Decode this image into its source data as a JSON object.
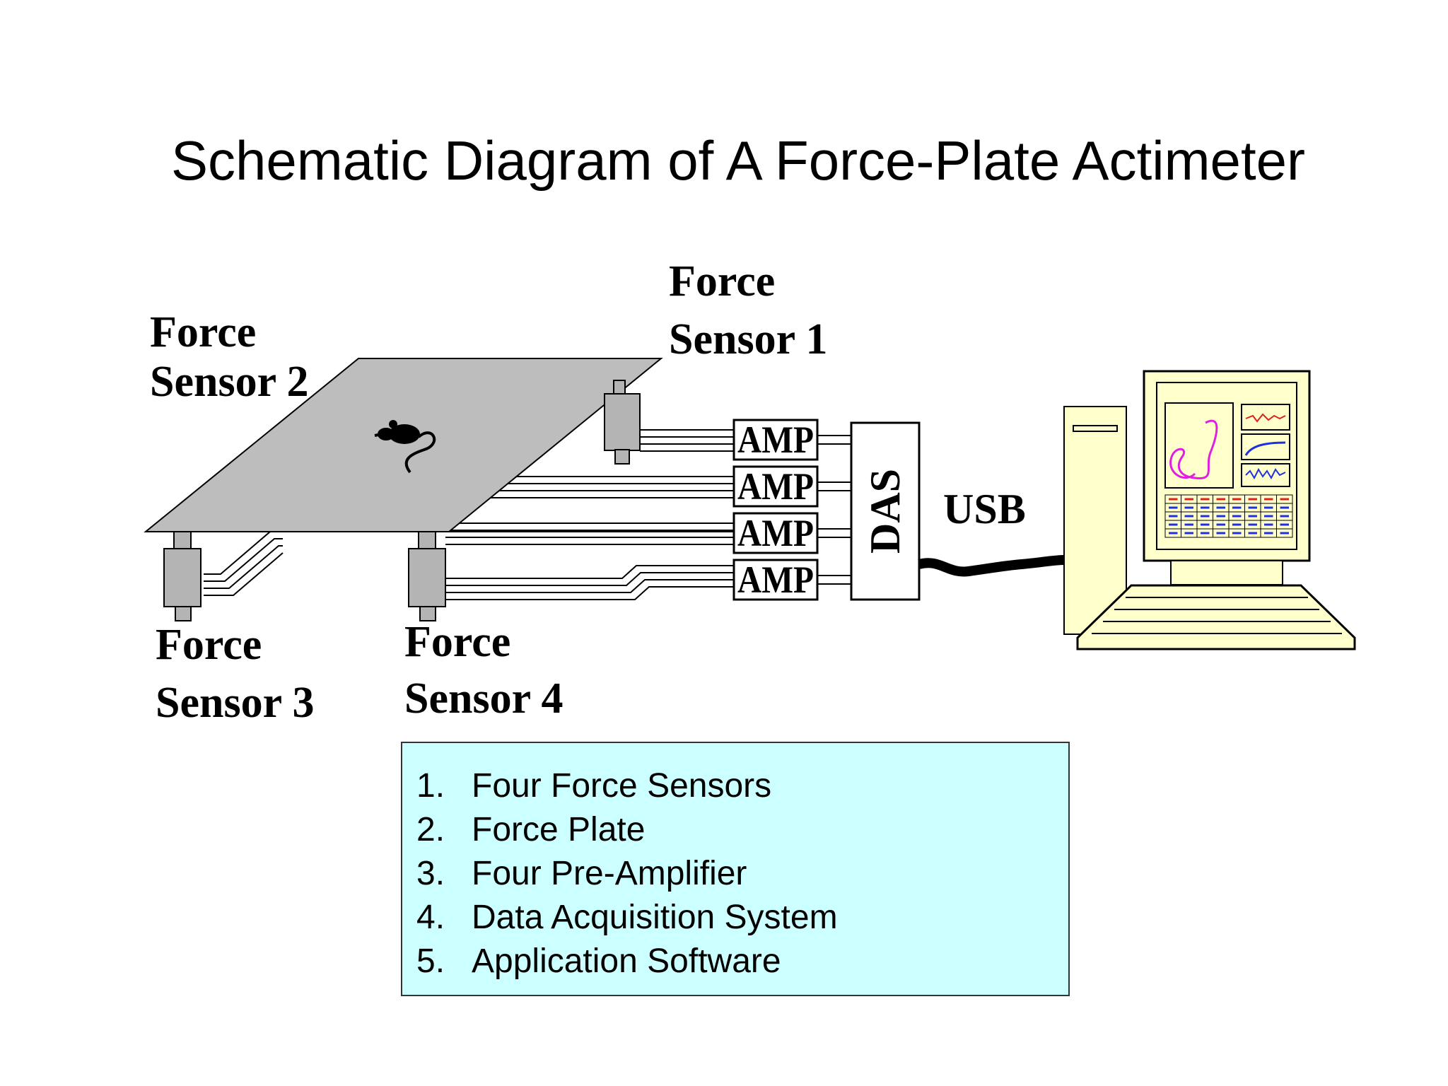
{
  "title": "Schematic Diagram of A Force-Plate Actimeter",
  "labels": {
    "sensor1": [
      "Force",
      "Sensor 1"
    ],
    "sensor2": [
      "Force",
      "Sensor 2"
    ],
    "sensor3": [
      "Force",
      "Sensor 3"
    ],
    "sensor4": [
      "Force",
      "Sensor 4"
    ],
    "amp": "AMP",
    "das": "DAS",
    "usb": "USB"
  },
  "legend": [
    {
      "num": "1.",
      "text": "Four Force Sensors"
    },
    {
      "num": "2.",
      "text": "Force Plate"
    },
    {
      "num": "3.",
      "text": "Four Pre-Amplifier"
    },
    {
      "num": "4.",
      "text": "Data Acquisition System"
    },
    {
      "num": "5.",
      "text": "Application Software"
    }
  ],
  "colors": {
    "plate": "#bdbdbd",
    "sensor": "#b4b4b4",
    "computer": "#ffffcc",
    "legend_bg": "#ccffff",
    "trace_pink": "#e020e0",
    "trace_red": "#e02020",
    "trace_blue": "#2030e0"
  },
  "icons": [
    "force-plate",
    "mouse-icon",
    "amplifier-box",
    "das-box",
    "usb-cable",
    "computer-icon"
  ]
}
